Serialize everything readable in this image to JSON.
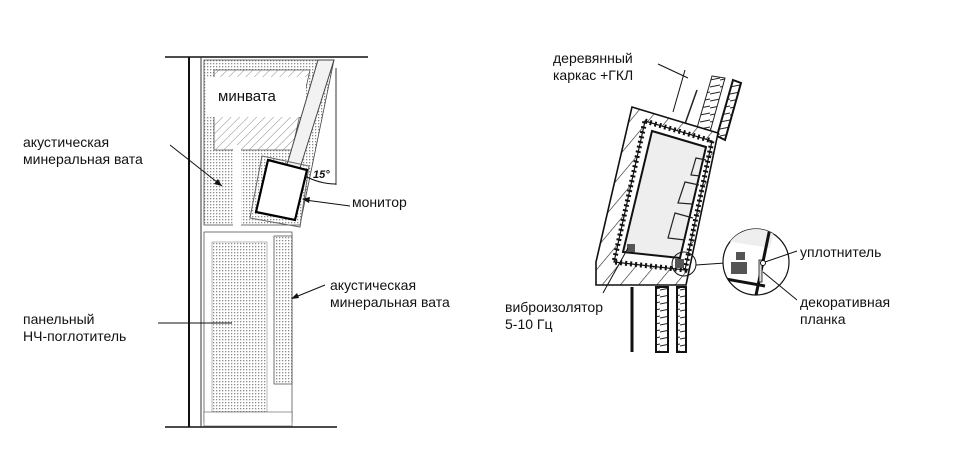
{
  "left_diagram": {
    "labels": {
      "minvata": "минвата",
      "acoustic_top": [
        "акустическая",
        "минеральная вата"
      ],
      "monitor": "монитор",
      "angle": "15°",
      "acoustic_right": [
        "акустическая",
        "минеральная вата"
      ],
      "panel_absorber": [
        "панельный",
        "НЧ-поглотитель"
      ]
    }
  },
  "right_diagram": {
    "labels": {
      "frame": [
        "деревянный",
        "каркас +ГКЛ"
      ],
      "vibro": [
        "виброизолятор",
        "5-10 Гц"
      ],
      "seal": "уплотнитель",
      "deco": [
        "декоративная",
        "планка"
      ]
    }
  }
}
